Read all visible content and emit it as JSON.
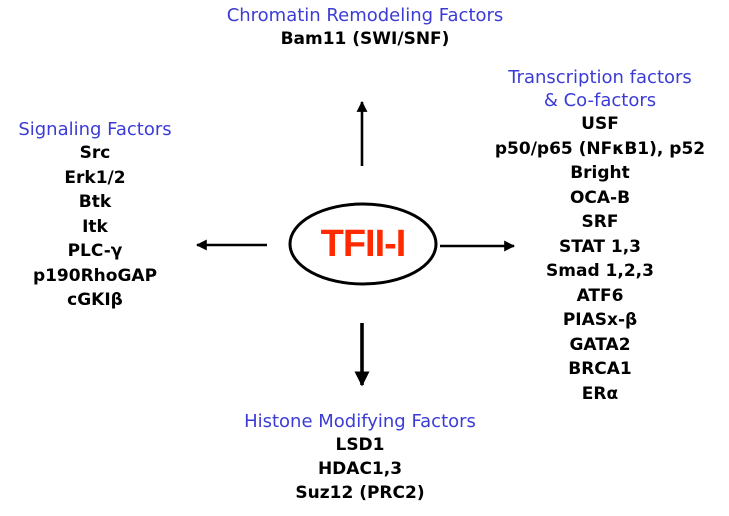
{
  "center": {
    "label": "TFII-I",
    "label_color": "#ff2a00"
  },
  "heading_color": "#3b3bd6",
  "groups": {
    "top": {
      "heading": "Chromatin Remodeling Factors",
      "items": [
        "Bam11 (SWI/SNF)"
      ]
    },
    "left": {
      "heading": "Signaling Factors",
      "items": [
        "Src",
        "Erk1/2",
        "Btk",
        "Itk",
        "PLC-γ",
        "p190RhoGAP",
        "cGKIβ"
      ]
    },
    "right": {
      "heading_line1": "Transcription factors",
      "heading_line2": "& Co-factors",
      "items": [
        "USF",
        "p50/p65 (NFκB1), p52",
        "Bright",
        "OCA-B",
        "SRF",
        "STAT 1,3",
        "Smad 1,2,3",
        "ATF6",
        "PIASx-β",
        "GATA2",
        "BRCA1",
        "ERα"
      ]
    },
    "bottom": {
      "heading": "Histone Modifying Factors",
      "items": [
        "LSD1",
        "HDAC1,3",
        "Suz12 (PRC2)"
      ]
    }
  }
}
